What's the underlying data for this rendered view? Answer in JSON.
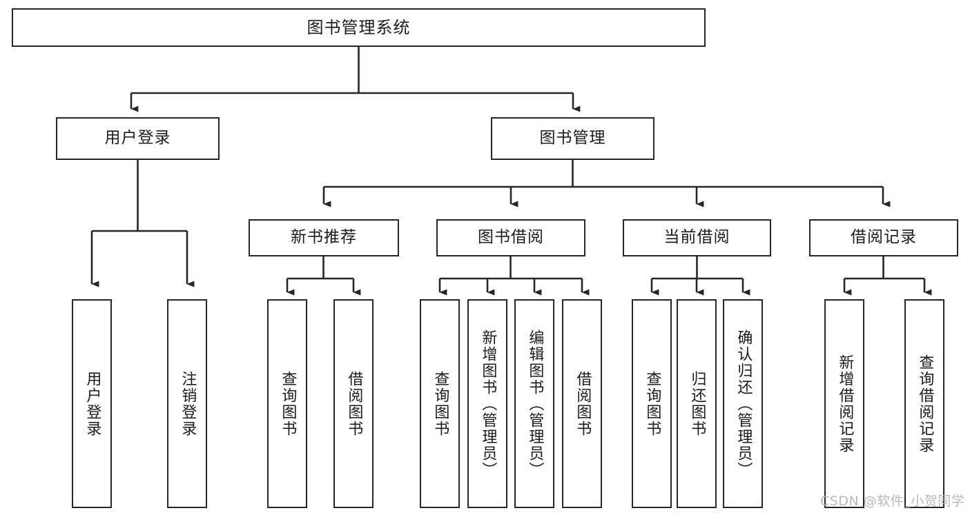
{
  "diagram": {
    "title": "图书管理系统",
    "type": "tree-hierarchy-chart",
    "colors": {
      "box_border": "#262626",
      "box_fill": "#ffffff",
      "connector": "#262626",
      "text": "#1b1b1b",
      "watermark": "#b9b9b9"
    },
    "root": {
      "label": "图书管理系统"
    },
    "level2": [
      {
        "label": "用户登录"
      },
      {
        "label": "图书管理"
      }
    ],
    "level3": [
      {
        "label": "新书推荐"
      },
      {
        "label": "图书借阅"
      },
      {
        "label": "当前借阅"
      },
      {
        "label": "借阅记录"
      }
    ],
    "leaves": {
      "user_login": [
        {
          "label": "用户登录"
        },
        {
          "label": "注销登录"
        }
      ],
      "new_book_recommend": [
        {
          "label": "查询图书"
        },
        {
          "label": "借阅图书"
        }
      ],
      "book_borrow": [
        {
          "label": "查询图书"
        },
        {
          "label": "新增图书（管理员）"
        },
        {
          "label": "编辑图书（管理员）"
        },
        {
          "label": "借阅图书"
        }
      ],
      "current_borrow": [
        {
          "label": "查询图书"
        },
        {
          "label": "归还图书"
        },
        {
          "label": "确认归还（管理员）"
        }
      ],
      "borrow_record": [
        {
          "label": "新增借阅记录"
        },
        {
          "label": "查询借阅记录"
        }
      ]
    },
    "watermark": "CSDN @软件_小贺同学"
  }
}
